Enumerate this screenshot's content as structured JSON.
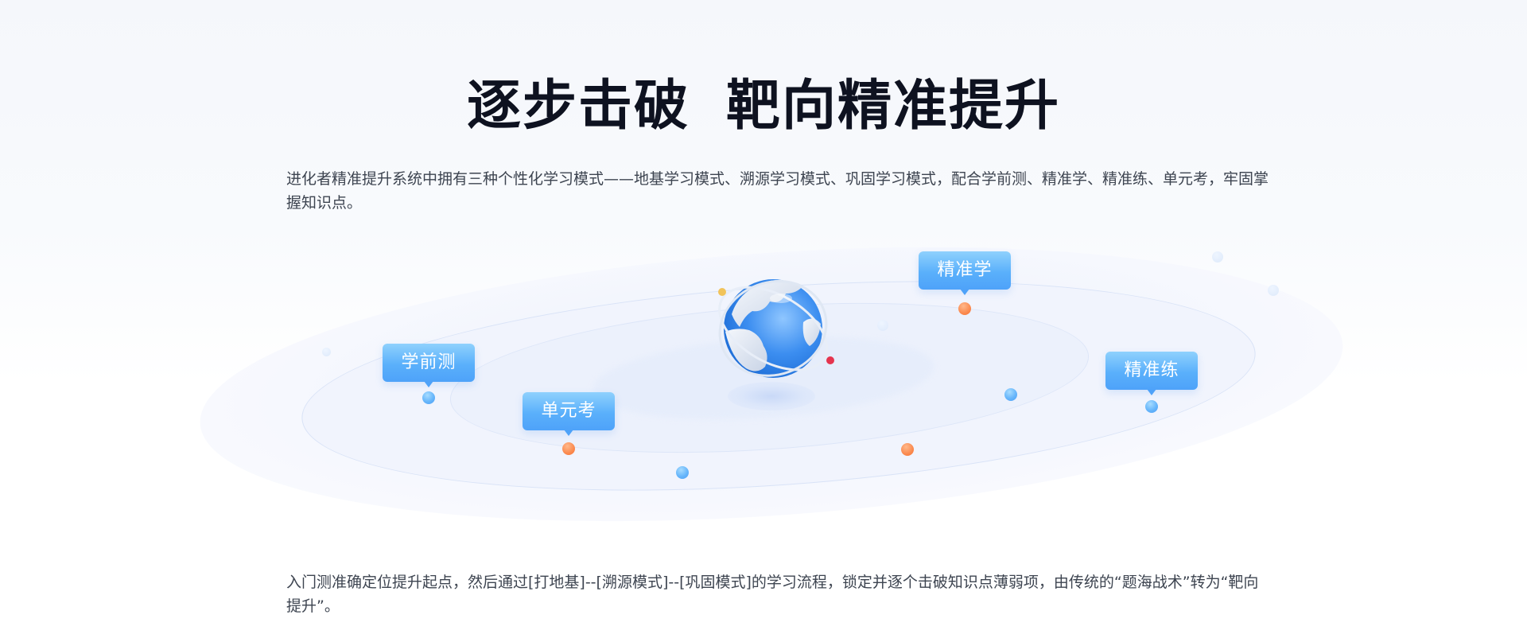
{
  "header": {
    "title_part1": "逐步击破",
    "title_part2": "靶向精准提升"
  },
  "intro": {
    "text": "进化者精准提升系统中拥有三种个性化学习模式——地基学习模式、溯源学习模式、巩固学习模式，配合学前测、精准学、精准练、单元考，牢固掌握知识点。"
  },
  "diagram": {
    "center_icon": "globe-icon",
    "nodes": [
      {
        "label": "学前测",
        "dot_color": "blue"
      },
      {
        "label": "单元考",
        "dot_color": "orange"
      },
      {
        "label": "精准学",
        "dot_color": "orange"
      },
      {
        "label": "精准练",
        "dot_color": "blue"
      }
    ],
    "colors": {
      "bubble_top": "#8fd1fd",
      "bubble_bottom": "#4ea2f9",
      "dot_blue": "#5aaefa",
      "dot_orange": "#fb8a4f",
      "title": "#0e1220",
      "body_text": "#3d4450"
    }
  },
  "summary": {
    "text": "入门测准确定位提升起点，然后通过[打地基]--[溯源模式]--[巩固模式]的学习流程，锁定并逐个击破知识点薄弱项，由传统的“题海战术”转为“靶向提升”。"
  }
}
